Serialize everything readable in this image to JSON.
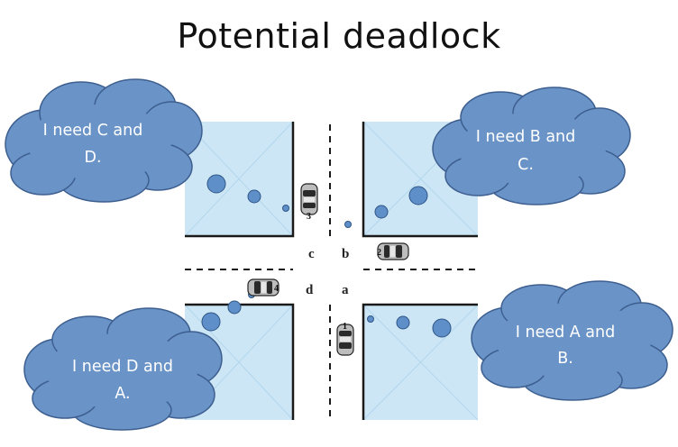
{
  "title": "Potential deadlock",
  "clouds": [
    {
      "line1": "I need C and",
      "line2": "D."
    },
    {
      "line1": "I need B and",
      "line2": "C."
    },
    {
      "line1": "I need D and",
      "line2": "A."
    },
    {
      "line1": "I need A and",
      "line2": "B."
    }
  ],
  "quadrant_labels": {
    "a": "a",
    "b": "b",
    "c": "c",
    "d": "d"
  },
  "cars": [
    {
      "number": "1"
    },
    {
      "number": "2"
    },
    {
      "number": "3"
    },
    {
      "number": "4"
    }
  ],
  "colors": {
    "block_fill": "#cce6f6",
    "cloud_fill": "#6a93c7",
    "cloud_stroke": "#3d5f8f",
    "dot_fill": "#5f8fc9"
  }
}
